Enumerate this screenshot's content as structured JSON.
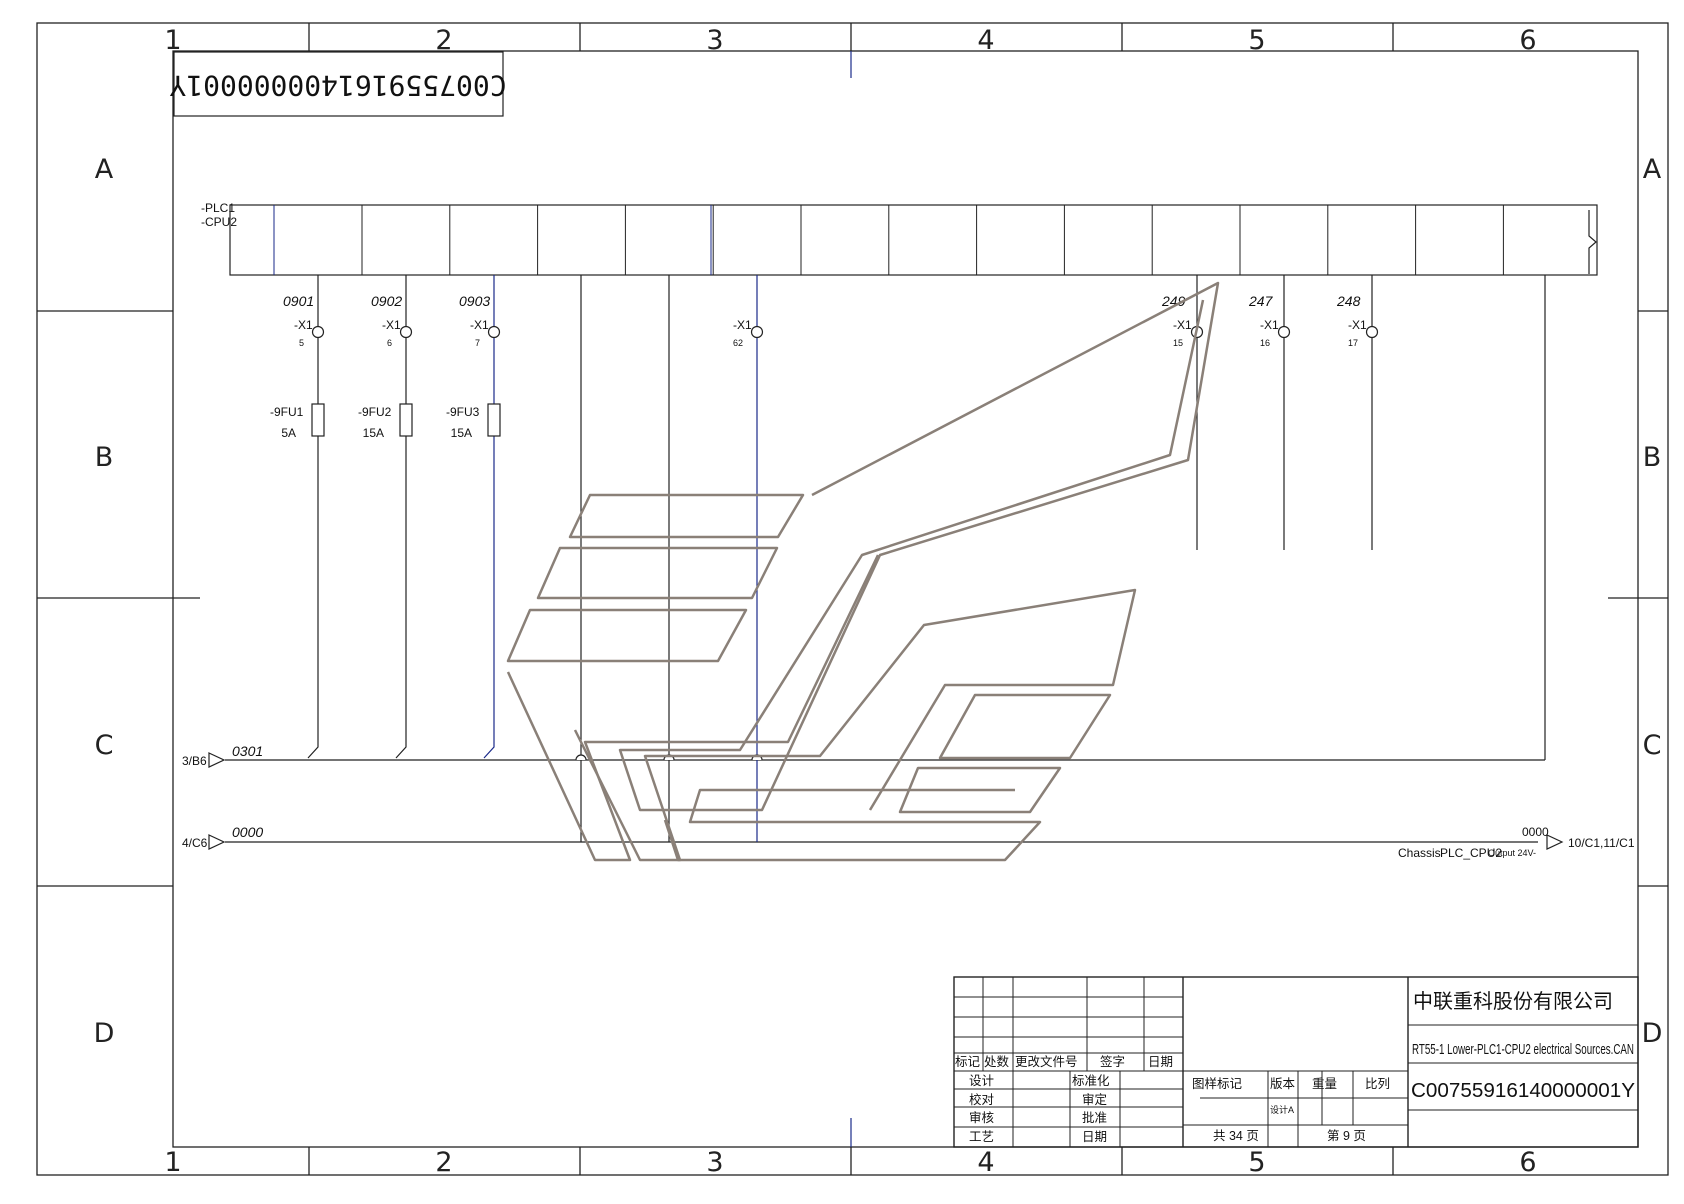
{
  "sheet": {
    "columns": [
      "1",
      "2",
      "3",
      "4",
      "5",
      "6"
    ],
    "rows": [
      "A",
      "B",
      "C",
      "D"
    ],
    "stamp_code": "C007559161400000001Y"
  },
  "device": {
    "tag_line1": "-PLC1",
    "tag_line2": "-CPU2"
  },
  "channels": [
    {
      "wire": "0901",
      "terminal": "-X1",
      "pin": "5",
      "fuse": "-9FU1",
      "rating": "5A"
    },
    {
      "wire": "0902",
      "terminal": "-X1",
      "pin": "6",
      "fuse": "-9FU2",
      "rating": "15A"
    },
    {
      "wire": "0903",
      "terminal": "-X1",
      "pin": "7",
      "fuse": "-9FU3",
      "rating": "15A"
    },
    {
      "terminal": "-X1",
      "pin": "62"
    },
    {
      "wire": "249",
      "terminal": "-X1",
      "pin": "15"
    },
    {
      "wire": "247",
      "terminal": "-X1",
      "pin": "16"
    },
    {
      "wire": "248",
      "terminal": "-X1",
      "pin": "17"
    }
  ],
  "buses": {
    "upper": {
      "ref": "3/B6",
      "wire": "0301"
    },
    "lower": {
      "ref": "4/C6",
      "wire": "0000"
    },
    "output": {
      "wire": "0000",
      "ref": "10/C1,11/C1",
      "label_chassis": "Chassis",
      "label_plc": "PLC_CPU2",
      "label_output": "Output 24V-"
    }
  },
  "title_block": {
    "company": "中联重科股份有限公司",
    "drawing_title": "RT55-1 Lower-PLC1-CPU2 electrical Sources.CAN",
    "drawing_number": "C00755916140000001Y",
    "rev_headers": [
      "标记",
      "处数",
      "更改文件号",
      "签字",
      "日期"
    ],
    "roles": [
      "设计",
      "校对",
      "审核",
      "工艺"
    ],
    "approvals": [
      "标准化",
      "审定",
      "批准",
      "日期"
    ],
    "mark_label": "图样标记",
    "version_label": "版本",
    "weight_label": "重量",
    "scale_label": "比列",
    "design_a": "设计A",
    "total_pages": "共 34 页",
    "page_no": "第 9 页"
  }
}
